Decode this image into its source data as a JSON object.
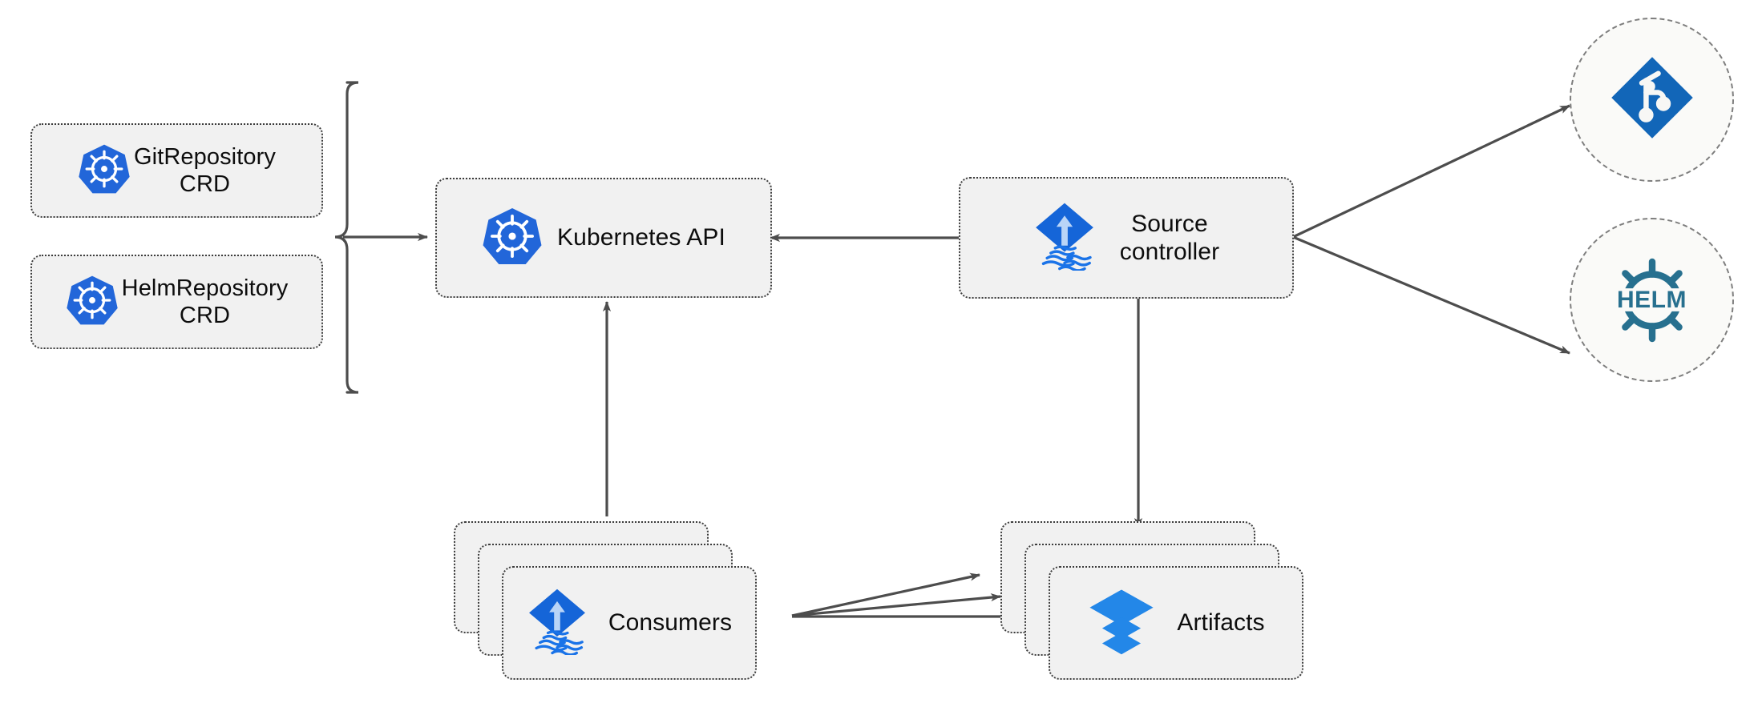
{
  "diagram": {
    "title": "Flux source-controller architecture",
    "background": "#ffffff",
    "node_fill": "#f1f1f1",
    "node_border": "#3c3c3c",
    "connector_color": "#4d4d4d",
    "circle_border": "#7e7e7e",
    "circle_fill": "#fafaf8",
    "k8s_blue": "#2266d9",
    "flux_blue": "#1a73e8",
    "artifact_blue": "#2387e8",
    "helm_blue": "#27708f"
  },
  "nodes": {
    "git_repository_crd": {
      "label": "GitRepository\nCRD",
      "icon": "kubernetes-icon"
    },
    "helm_repository_crd": {
      "label": "HelmRepository\nCRD",
      "icon": "kubernetes-icon"
    },
    "kubernetes_api": {
      "label": "Kubernetes API",
      "icon": "kubernetes-icon"
    },
    "source_controller": {
      "label": "Source\ncontroller",
      "icon": "flux-icon"
    },
    "consumers": {
      "label": "Consumers",
      "icon": "flux-icon",
      "stack_count": 3
    },
    "artifacts": {
      "label": "Artifacts",
      "icon": "layers-icon",
      "stack_count": 3
    },
    "git_provider": {
      "label": "",
      "icon": "git-icon"
    },
    "helm_provider": {
      "label": "HELM",
      "icon": "helm-icon"
    }
  },
  "connectors": [
    {
      "name": "crds-to-kubernetes-api",
      "from": "crd-bracket",
      "to": "kubernetes_api",
      "style": "bracket-arrow"
    },
    {
      "name": "source-controller-to-kubernetes-api",
      "from": "source_controller",
      "to": "kubernetes_api",
      "style": "arrow-left"
    },
    {
      "name": "consumers-to-kubernetes-api",
      "from": "consumers",
      "to": "kubernetes_api",
      "style": "arrow-up"
    },
    {
      "name": "source-controller-to-artifacts",
      "from": "source_controller",
      "to": "artifacts",
      "style": "arrow-down"
    },
    {
      "name": "source-controller-to-git",
      "from": "source_controller",
      "to": "git_provider",
      "style": "arrow-diagonal-up"
    },
    {
      "name": "source-controller-to-helm",
      "from": "source_controller",
      "to": "helm_provider",
      "style": "arrow-diagonal-down"
    },
    {
      "name": "consumers-to-artifacts-1",
      "from": "consumers",
      "to": "artifacts",
      "style": "arrow-right"
    },
    {
      "name": "consumers-to-artifacts-2",
      "from": "consumers",
      "to": "artifacts",
      "style": "arrow-right"
    },
    {
      "name": "consumers-to-artifacts-3",
      "from": "consumers",
      "to": "artifacts",
      "style": "arrow-right"
    }
  ]
}
